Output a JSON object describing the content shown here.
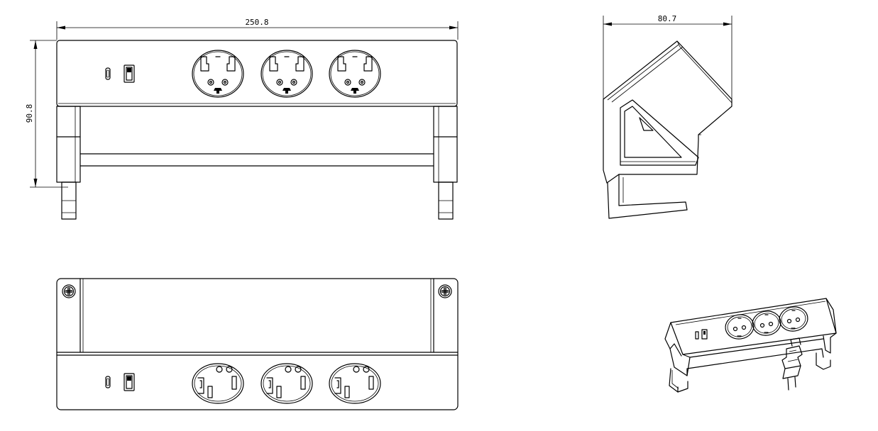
{
  "dimensions": {
    "width": "250.8",
    "height": "90.8",
    "depth": "80.7"
  },
  "views": [
    "front-view",
    "side-view",
    "top-view",
    "isometric-view"
  ],
  "socket_type": "schuko",
  "socket_count": 3,
  "usb_ports": [
    "usb-c",
    "usb-a"
  ],
  "line_color": "#000000",
  "background_color": "#ffffff"
}
